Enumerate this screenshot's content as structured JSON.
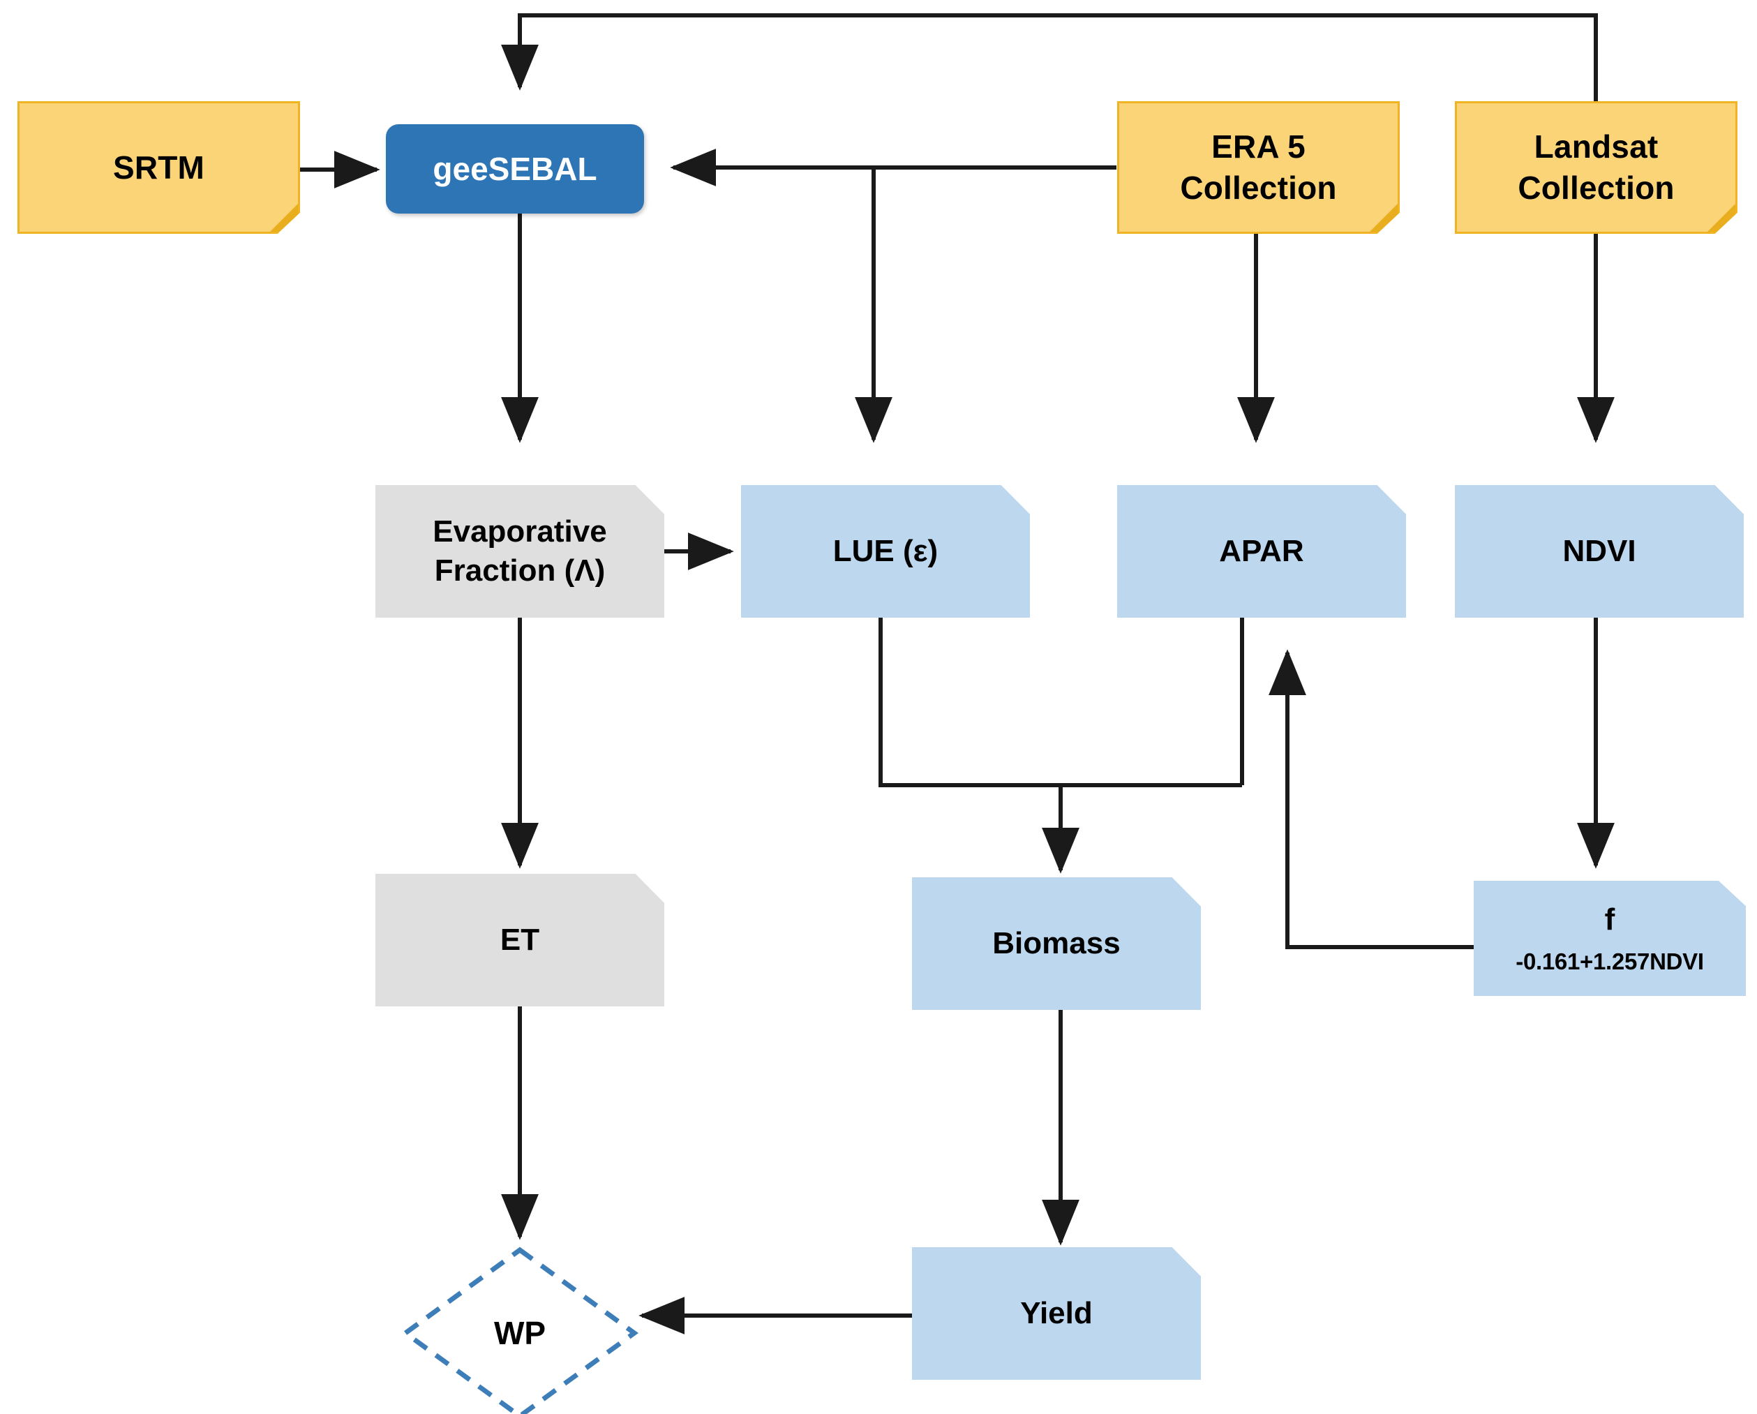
{
  "diagram": {
    "title": "geeSEBAL water productivity workflow",
    "background": "#FFFFFF",
    "colors": {
      "note_fill": "#FBD478",
      "note_border": "#F0B323",
      "note_fold": "#E9AE1E",
      "process_blue": "#2E75B6",
      "light_blue": "#BDD7EE",
      "gray": "#DFDFDF",
      "edge": "#1A1A1A",
      "diamond_dash": "#3E7EB8"
    },
    "nodes": [
      {
        "id": "srtm",
        "label": "SRTM",
        "shape": "note",
        "row": "inputs"
      },
      {
        "id": "geesebal",
        "label": "geeSEBAL",
        "shape": "rounded-blue",
        "row": "inputs"
      },
      {
        "id": "era5",
        "label": "ERA 5\nCollection",
        "shape": "note",
        "row": "inputs"
      },
      {
        "id": "landsat",
        "label": "Landsat\nCollection",
        "shape": "note",
        "row": "inputs"
      },
      {
        "id": "ef",
        "label": "Evaporative\nFraction (Λ)",
        "shape": "clip-gray",
        "row": "intermediate"
      },
      {
        "id": "lue",
        "label": "LUE (ε)",
        "shape": "clip-blue",
        "row": "intermediate"
      },
      {
        "id": "apar",
        "label": "APAR",
        "shape": "clip-blue",
        "row": "intermediate"
      },
      {
        "id": "ndvi",
        "label": "NDVI",
        "shape": "clip-blue",
        "row": "intermediate"
      },
      {
        "id": "et",
        "label": "ET",
        "shape": "clip-gray",
        "row": "outputs"
      },
      {
        "id": "biomass",
        "label": "Biomass",
        "shape": "clip-blue",
        "row": "outputs"
      },
      {
        "id": "fnode",
        "label": "f",
        "sublabel": "-0.161+1.257NDVI",
        "shape": "clip-blue",
        "row": "outputs"
      },
      {
        "id": "yield",
        "label": "Yield",
        "shape": "clip-blue",
        "row": "final"
      },
      {
        "id": "wp",
        "label": "WP",
        "shape": "diamond-dashed",
        "row": "final"
      }
    ],
    "edges": [
      {
        "from": "srtm",
        "to": "geesebal",
        "style": "solid",
        "arrow": "end"
      },
      {
        "from": "landsat",
        "to": "geesebal",
        "style": "solid",
        "arrow": "end"
      },
      {
        "from": "era5",
        "to": "geesebal",
        "style": "solid",
        "arrow": "end"
      },
      {
        "from": "era5",
        "to": "lue",
        "style": "solid",
        "arrow": "end"
      },
      {
        "from": "era5",
        "to": "apar",
        "style": "solid",
        "arrow": "end"
      },
      {
        "from": "landsat",
        "to": "ndvi",
        "style": "solid",
        "arrow": "end"
      },
      {
        "from": "geesebal",
        "to": "ef",
        "style": "solid",
        "arrow": "end"
      },
      {
        "from": "ef",
        "to": "lue",
        "style": "solid",
        "arrow": "end"
      },
      {
        "from": "ef",
        "to": "et",
        "style": "solid",
        "arrow": "end"
      },
      {
        "from": "lue",
        "to": "biomass",
        "style": "solid",
        "arrow": "end"
      },
      {
        "from": "apar",
        "to": "biomass",
        "style": "solid",
        "arrow": "end"
      },
      {
        "from": "ndvi",
        "to": "fnode",
        "style": "solid",
        "arrow": "end"
      },
      {
        "from": "fnode",
        "to": "apar",
        "style": "solid",
        "arrow": "end"
      },
      {
        "from": "biomass",
        "to": "yield",
        "style": "solid",
        "arrow": "end"
      },
      {
        "from": "et",
        "to": "wp",
        "style": "solid",
        "arrow": "end"
      },
      {
        "from": "yield",
        "to": "wp",
        "style": "solid",
        "arrow": "end"
      }
    ],
    "labels": {
      "srtm": "SRTM",
      "geesebal": "geeSEBAL",
      "era5_line1": "ERA 5",
      "era5_line2": "Collection",
      "landsat_line1": "Landsat",
      "landsat_line2": "Collection",
      "ef_line1": "Evaporative",
      "ef_line2": "Fraction (Λ)",
      "lue": "LUE (ε)",
      "apar": "APAR",
      "ndvi": "NDVI",
      "et": "ET",
      "biomass": "Biomass",
      "f_symbol": "f",
      "f_formula": "-0.161+1.257NDVI",
      "yield": "Yield",
      "wp": "WP"
    }
  }
}
